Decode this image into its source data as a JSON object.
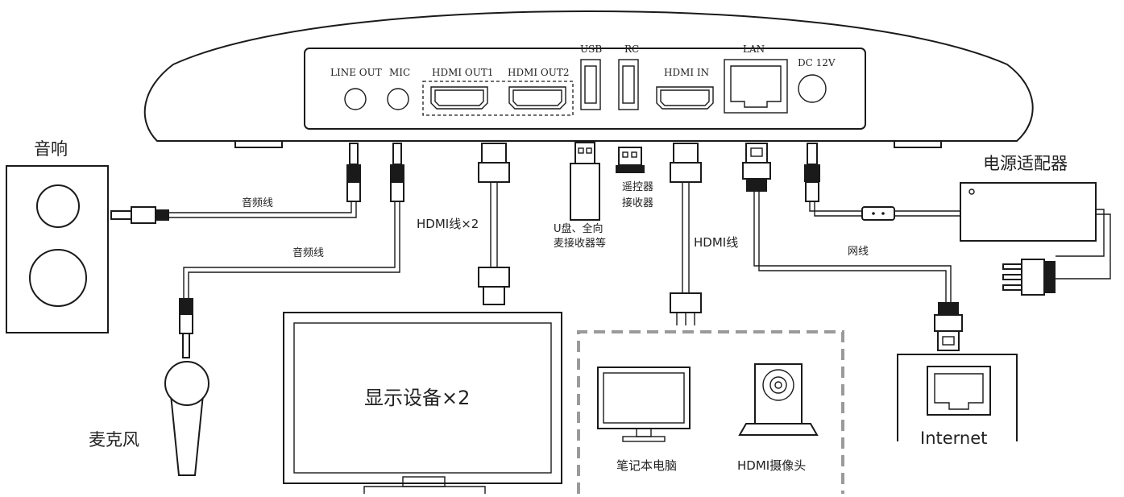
{
  "device": {
    "ports": {
      "line_out": "LINE OUT",
      "mic": "MIC",
      "hdmi_out1": "HDMI OUT1",
      "hdmi_out2": "HDMI OUT2",
      "usb": "USB",
      "rc": "RC",
      "hdmi_in": "HDMI IN",
      "lan": "LAN",
      "dc": "DC 12V"
    }
  },
  "peripherals": {
    "speaker": "音响",
    "microphone": "麦克风",
    "display": "显示设备×2",
    "power_adapter": "电源适配器",
    "internet": "Internet",
    "laptop": "笔记本电脑",
    "hdmi_camera": "HDMI摄像头",
    "usb_disk_line1": "U盘、全向",
    "usb_disk_line2": "麦接收器等",
    "remote_receiver_line1": "遥控器",
    "remote_receiver_line2": "接收器"
  },
  "cables": {
    "audio_cable_1": "音频线",
    "audio_cable_2": "音频线",
    "hdmi_x2": "HDMI线×2",
    "hdmi": "HDMI线",
    "network": "网线"
  }
}
